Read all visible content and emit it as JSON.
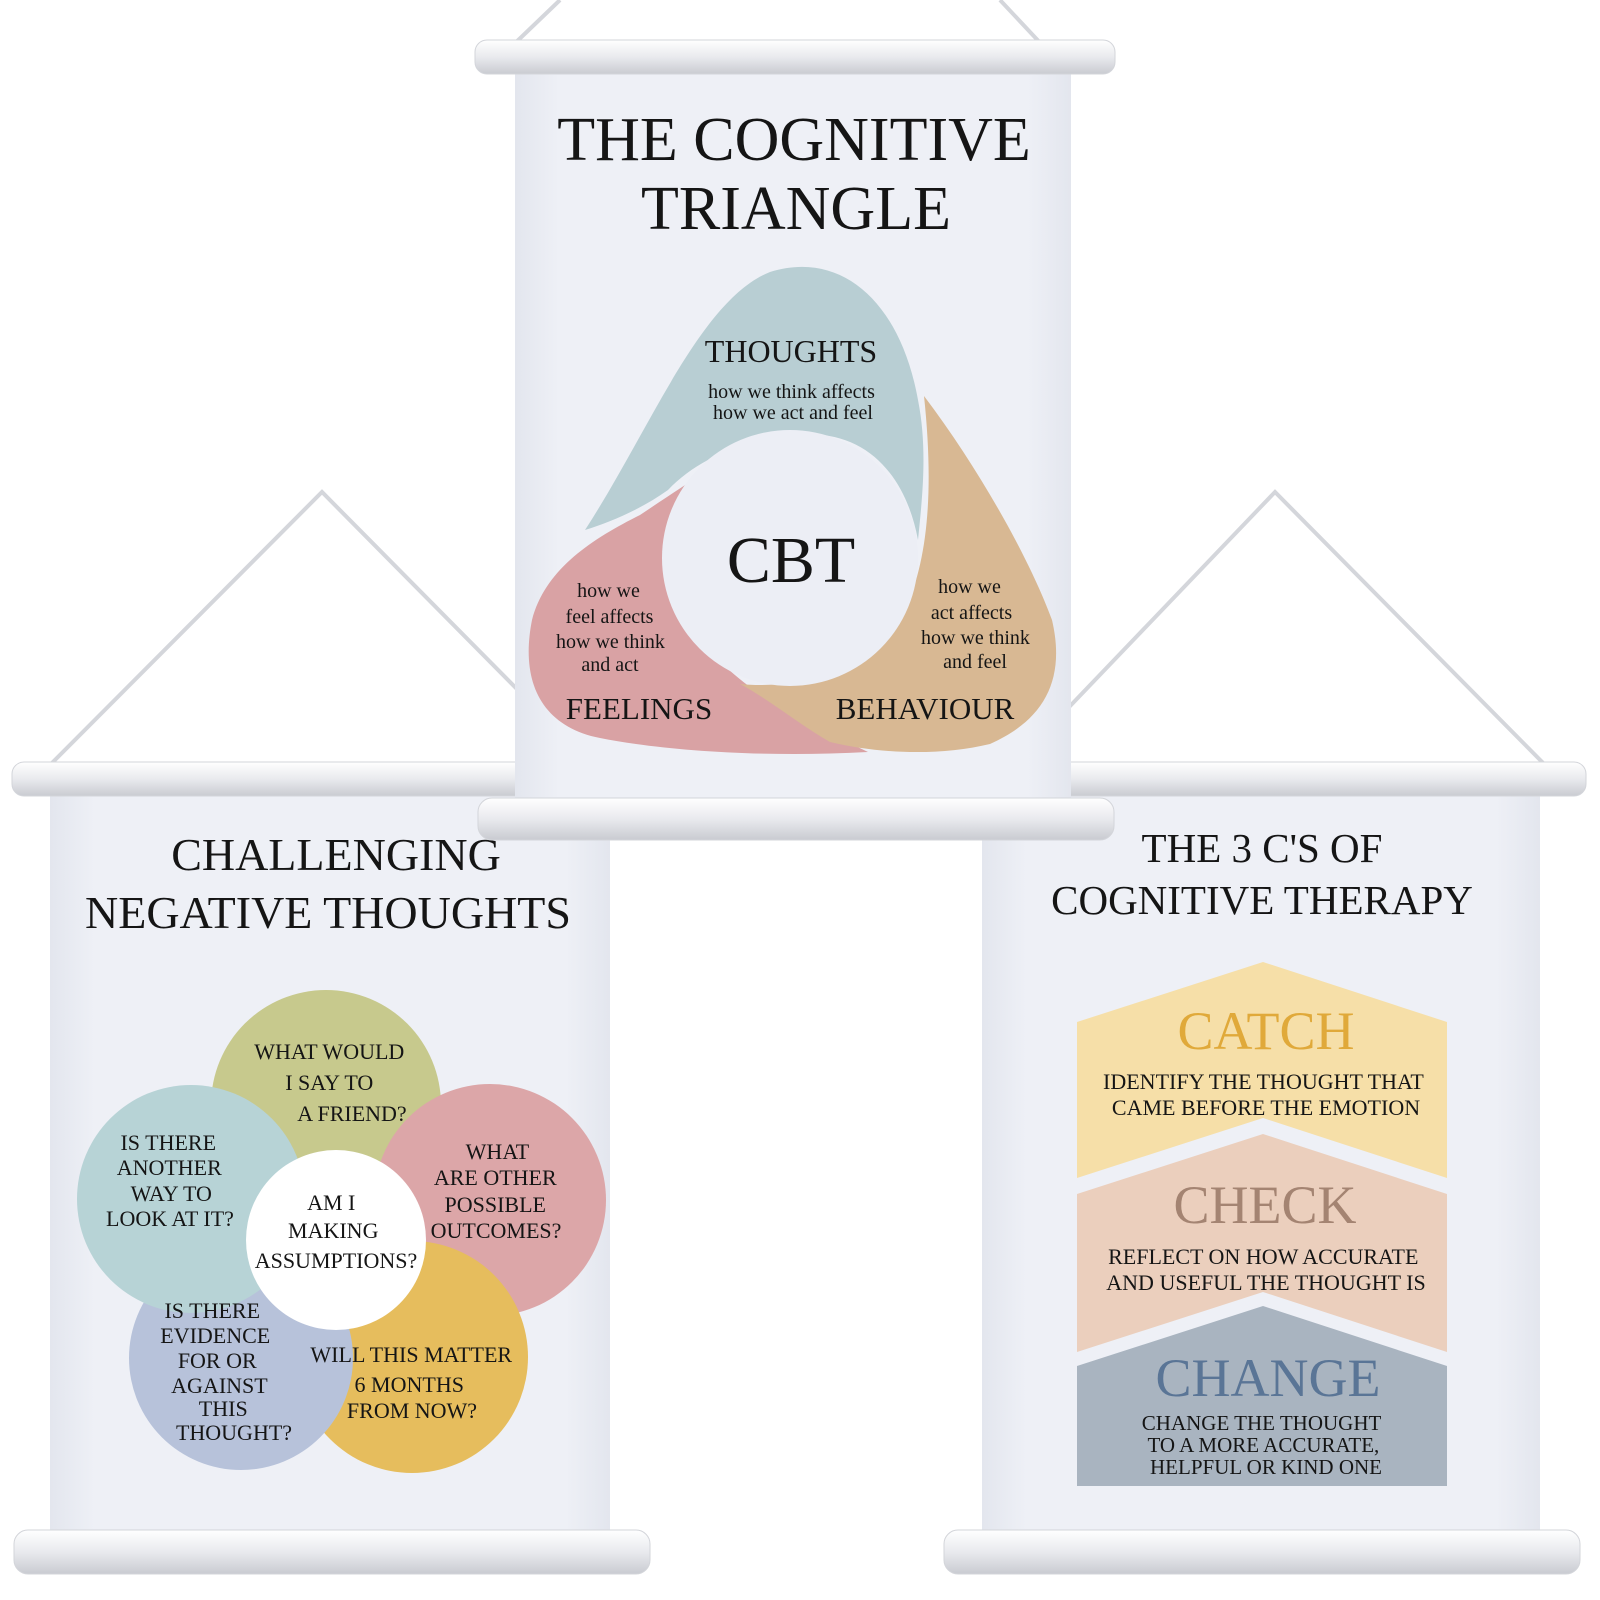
{
  "colors": {
    "poster_bg": "#eceef5",
    "thoughts": "#b8ced3",
    "feelings": "#d9a2a4",
    "behaviour": "#d8b893",
    "circle_green": "#c7c98d",
    "circle_pink": "#dca6a8",
    "circle_blue": "#b7d3d6",
    "circle_lavender": "#b7c2da",
    "circle_yellow": "#e6bd5d",
    "catch_fill": "#f6dfa8",
    "check_fill": "#ebcfbd",
    "change_fill": "#a9b4c0",
    "catch_title": "#e0a93a",
    "check_title": "#a48472",
    "change_title": "#5a7596"
  },
  "cognitive_triangle": {
    "title_line1": "THE COGNITIVE",
    "title_line2": "TRIANGLE",
    "center": "CBT",
    "thoughts": {
      "label": "THOUGHTS",
      "desc": [
        "how we think affects",
        "how we act and feel"
      ]
    },
    "feelings": {
      "label": "FEELINGS",
      "desc": [
        "how we",
        "feel affects",
        "how we think",
        "and act"
      ]
    },
    "behaviour": {
      "label": "BEHAVIOUR",
      "desc": [
        "how we",
        "act affects",
        "how we think",
        "and feel"
      ]
    }
  },
  "challenging": {
    "title_line1": "CHALLENGING",
    "title_line2": "NEGATIVE THOUGHTS",
    "center": [
      "AM I",
      "MAKING",
      "ASSUMPTIONS?"
    ],
    "petals": [
      {
        "lines": [
          "WHAT WOULD",
          "I SAY TO",
          "A FRIEND?"
        ]
      },
      {
        "lines": [
          "WHAT",
          "ARE OTHER",
          "POSSIBLE",
          "OUTCOMES?"
        ]
      },
      {
        "lines": [
          "WILL THIS MATTER",
          "6 MONTHS",
          "FROM NOW?"
        ]
      },
      {
        "lines": [
          "IS THERE",
          "EVIDENCE",
          "FOR OR",
          "AGAINST",
          "THIS",
          "THOUGHT?"
        ]
      },
      {
        "lines": [
          "IS THERE",
          "ANOTHER",
          "WAY TO",
          "LOOK AT IT?"
        ]
      }
    ]
  },
  "three_cs": {
    "title_line1": "THE 3 C'S OF",
    "title_line2": "COGNITIVE THERAPY",
    "steps": [
      {
        "title": "CATCH",
        "lines": [
          "IDENTIFY THE THOUGHT THAT",
          "CAME BEFORE THE EMOTION"
        ]
      },
      {
        "title": "CHECK",
        "lines": [
          "REFLECT ON HOW ACCURATE",
          "AND USEFUL THE THOUGHT IS"
        ]
      },
      {
        "title": "CHANGE",
        "lines": [
          "CHANGE  THE THOUGHT",
          "TO A MORE ACCURATE,",
          "HELPFUL OR KIND ONE"
        ]
      }
    ]
  }
}
